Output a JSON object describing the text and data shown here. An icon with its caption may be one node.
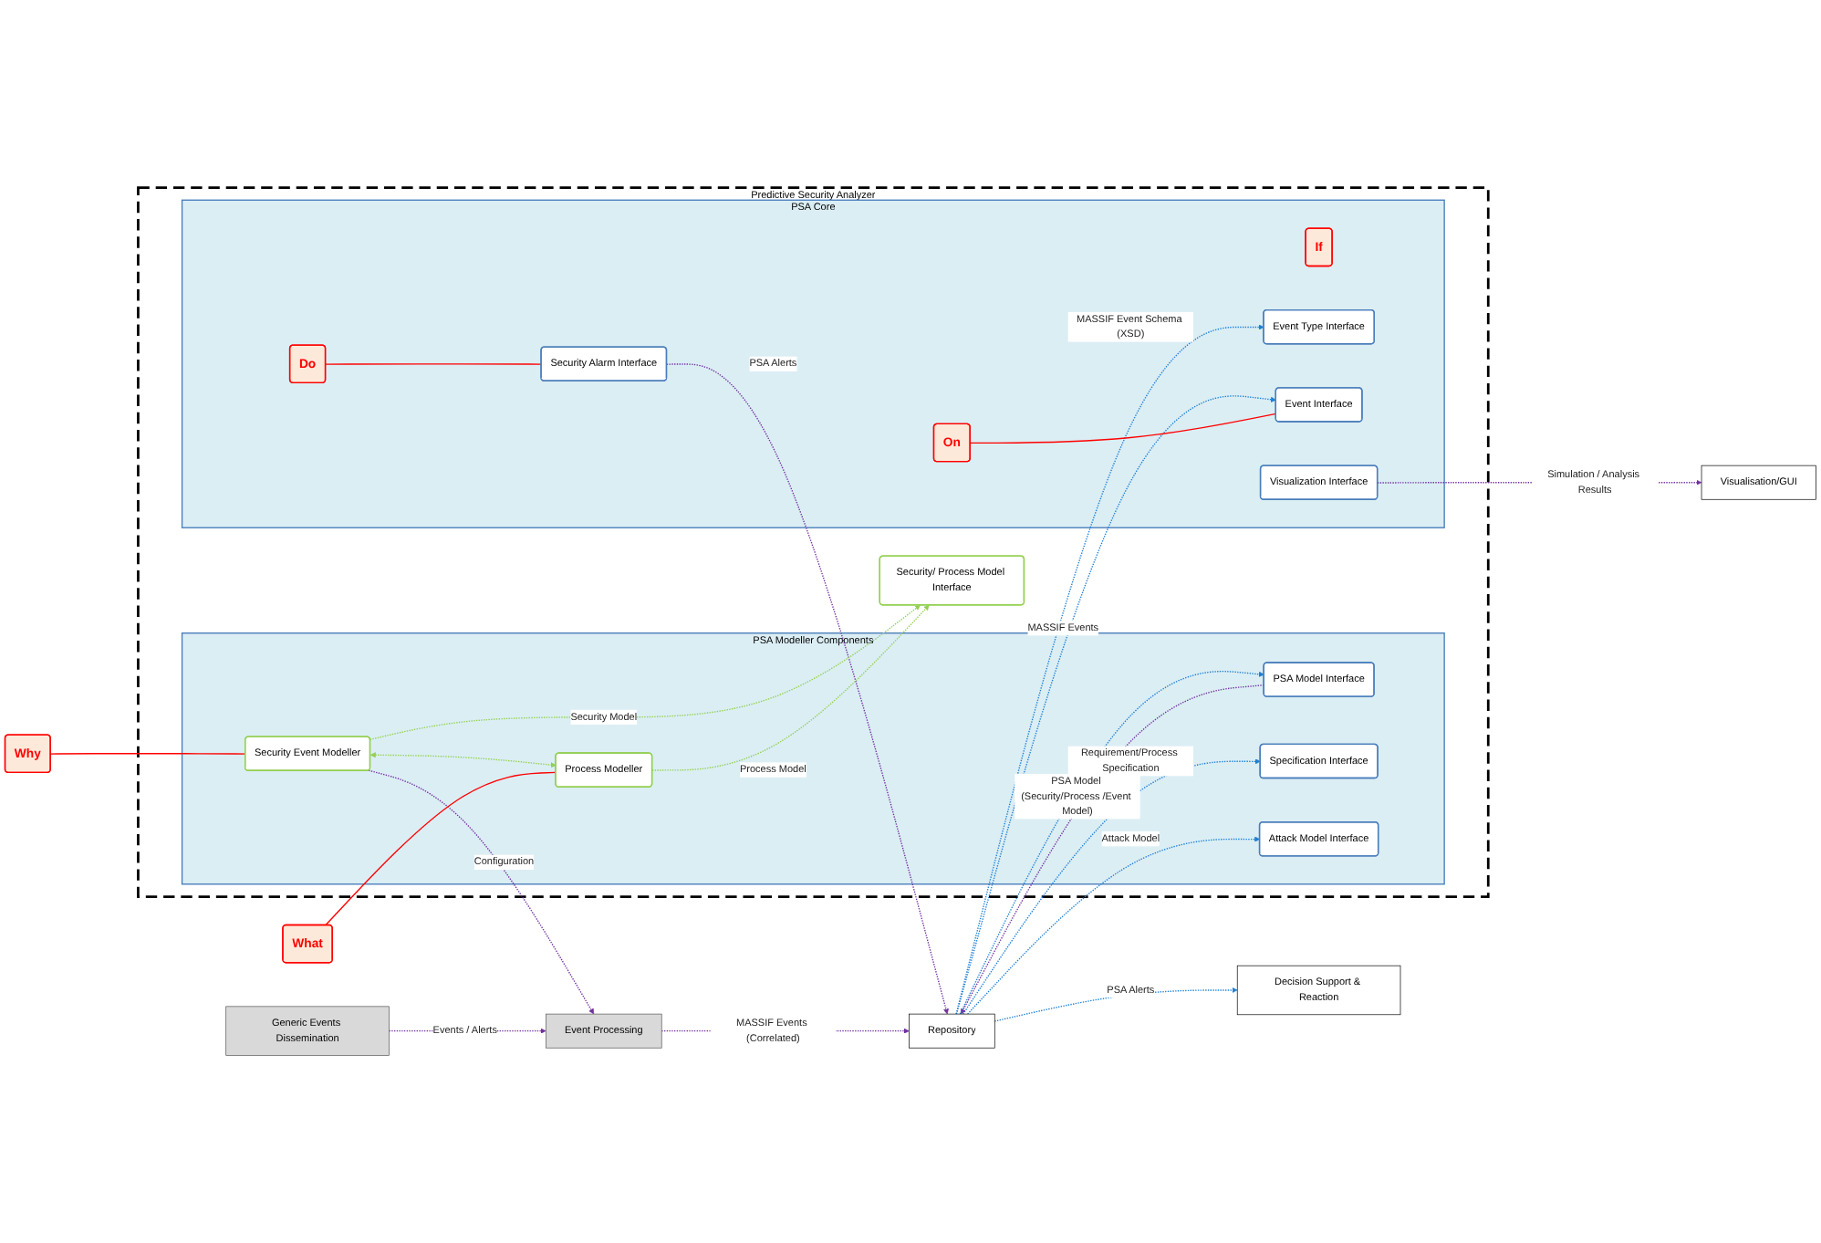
{
  "diagram": {
    "nodes": [
      {
        "text": [
          "Generic Events Dissemination"
        ]
      },
      {
        "text": [
          "Event Processing"
        ]
      },
      {
        "text": [
          "Predictive Security Analyzer"
        ]
      },
      {
        "text": [
          "PSA Modeller Components"
        ],
        "in": 2
      },
      {
        "text": [
          "PSA Model Interface"
        ],
        "in": 3
      },
      {
        "text": [
          "Specification Interface"
        ],
        "in": 3
      },
      {
        "text": [
          "Attack Model Interface"
        ],
        "in": 3
      },
      {
        "text": [
          "Security Event Modeller"
        ],
        "in": 3
      },
      {
        "text": [
          "Process Modeller"
        ],
        "in": 3
      },
      {
        "text": [
          "Why"
        ]
      },
      {
        "text": [
          "What"
        ]
      },
      {
        "text": [
          "Security/ Process Model Interface"
        ],
        "in": 2
      },
      {
        "text": [
          "PSA Core"
        ],
        "in": 2
      },
      {
        "text": [
          "If"
        ],
        "in": 12
      },
      {
        "text": [
          "Event Type Interface"
        ],
        "in": 12
      },
      {
        "text": [
          "On"
        ],
        "in": 12
      },
      {
        "text": [
          "Event Interface"
        ],
        "in": 12
      },
      {
        "text": [
          "Security Alarm Interface"
        ],
        "in": 12
      },
      {
        "text": [
          "Visualization Interface"
        ],
        "in": 12
      },
      {
        "text": [
          "Do"
        ],
        "in": 12
      },
      {
        "text": [
          "Repository"
        ]
      },
      {
        "text": [
          "Decision Support & Reaction"
        ]
      },
      {
        "text": [
          "Visualisation/GUI"
        ]
      }
    ],
    "edges": [
      {
        "from": 1,
        "to": 20,
        "arrow": "to",
        "label": "MASSIF Events (Correlated)",
        "style": "dashed",
        "color": "#7030a0"
      },
      {
        "from": 20,
        "to": 5,
        "arrow": "to",
        "label": "Requirement/Process Specification",
        "style": "dashed"
      },
      {
        "from": 4,
        "to": 20,
        "arrow": "to",
        "label": "PSA Model (Security/Process /Event Model)",
        "style": "dashed",
        "color": "#7030a0"
      },
      {
        "from": 20,
        "to": 4,
        "arrow": "to",
        "style": "dashed"
      },
      {
        "from": 20,
        "to": 6,
        "arrow": "to",
        "label": "Attack Model",
        "style": "dashed"
      },
      {
        "from": 20,
        "to": 14,
        "arrow": "to",
        "label": "MASSIF Event Schema (XSD)",
        "style": "dashed"
      },
      {
        "from": 20,
        "to": 16,
        "arrow": "to",
        "label": "MASSIF Events",
        "style": "dashed"
      },
      {
        "from": 17,
        "to": 20,
        "arrow": "to",
        "label": "PSA Alerts",
        "style": "dashed",
        "color": "#7030a0"
      },
      {
        "from": 20,
        "to": 21,
        "arrow": "to",
        "label": "PSA Alerts",
        "style": "dashed"
      },
      {
        "from": 18,
        "to": 22,
        "arrow": "to",
        "label": "Simulation / Analysis Results",
        "style": "dashed",
        "color": "#7030a0"
      },
      {
        "from": 7,
        "to": 1,
        "arrow": "to",
        "label": "Configuration",
        "style": "dashed",
        "color": "#7030a0"
      },
      {
        "from": 7,
        "to": 11,
        "arrow": "to",
        "label": "Security Model",
        "style": "dashed",
        "color": "#92d050"
      },
      {
        "from": 8,
        "to": 11,
        "arrow": "to",
        "label": "Process Model",
        "style": "dashed",
        "color": "#92d050"
      },
      {
        "from": 7,
        "to": 8,
        "arrow": "both",
        "style": "dashed",
        "color": "#92d050"
      },
      {
        "from": 0,
        "to": 1,
        "arrow": "to",
        "label": "Events / Alerts",
        "style": "dashed",
        "color": "#7030a0"
      },
      {
        "from": 9,
        "to": 7,
        "arrow": "none",
        "color": "#ff0000"
      },
      {
        "from": 10,
        "to": 8,
        "arrow": "none",
        "color": "#ff0000"
      },
      {
        "from": 15,
        "to": 16,
        "arrow": "none",
        "color": "#ff0000"
      },
      {
        "from": 19,
        "to": 17,
        "arrow": "none",
        "color": "#ff0000"
      }
    ]
  }
}
